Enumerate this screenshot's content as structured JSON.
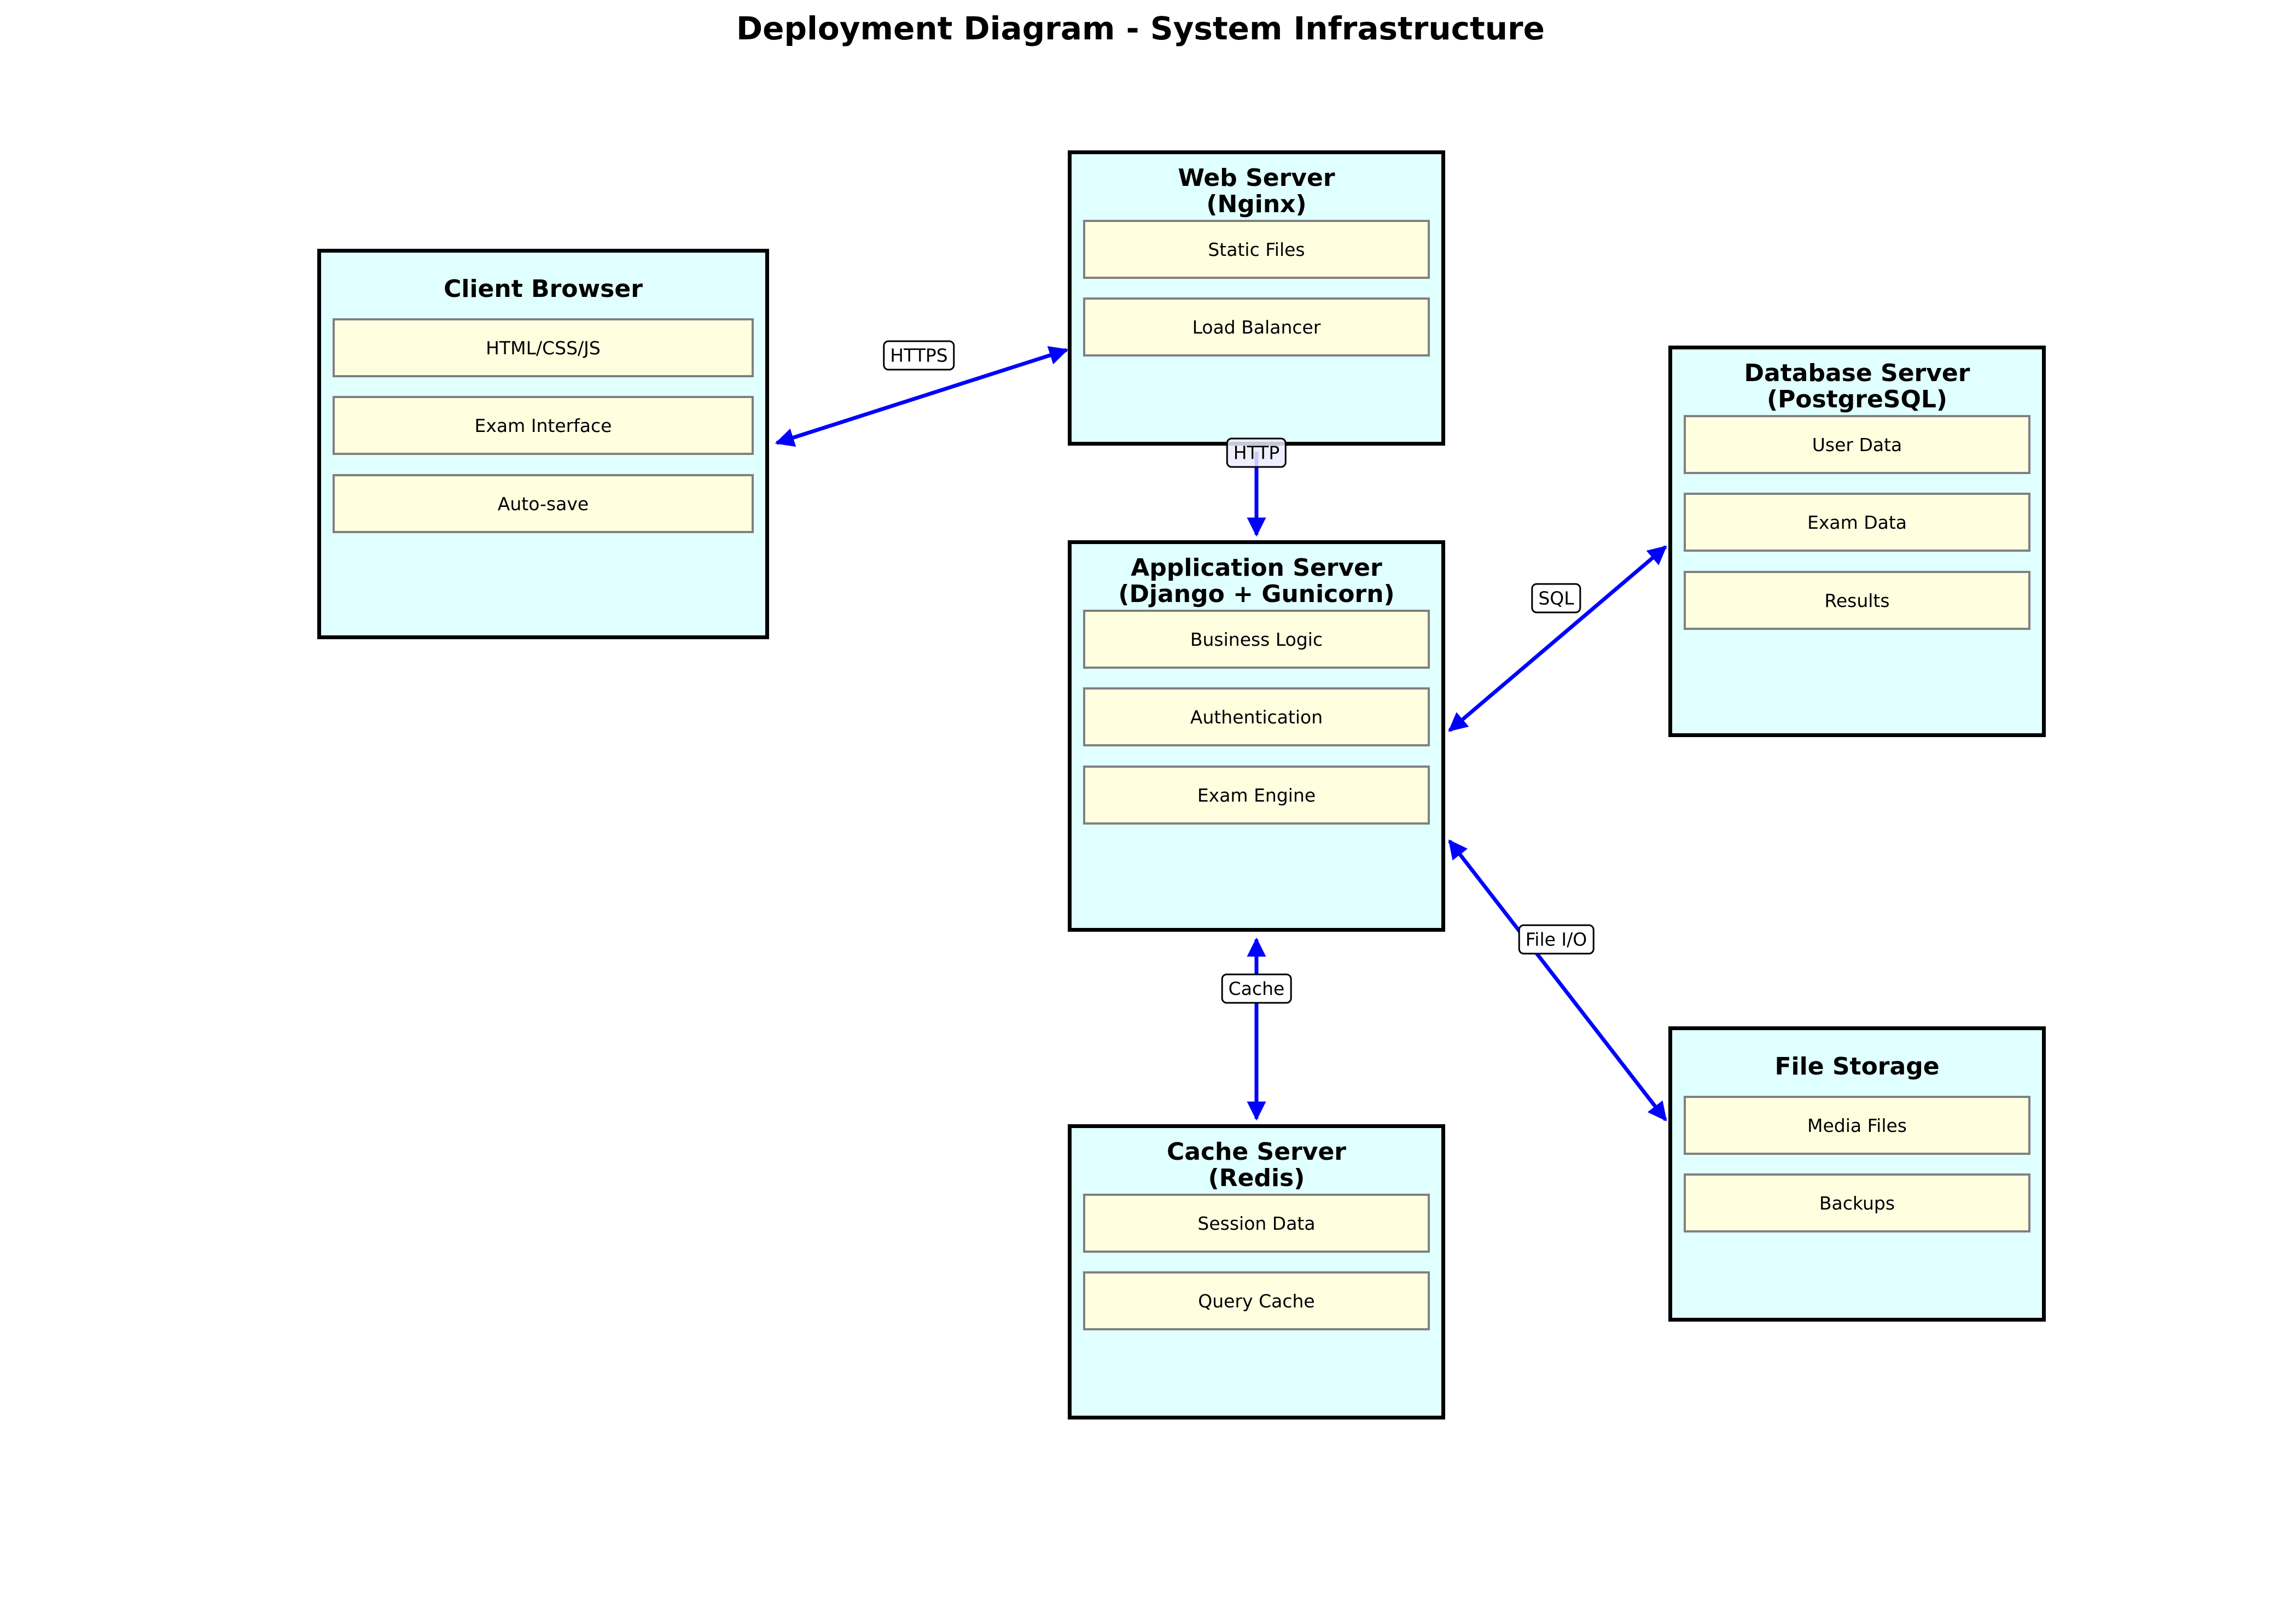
{
  "title": "Deployment Diagram - System Infrastructure",
  "colors": {
    "node_fill": "#e0ffff",
    "component_fill": "#ffffe0",
    "component_border": "#808080",
    "arrow": "#0000ff"
  },
  "nodes": [
    {
      "id": "client",
      "title": [
        "Client Browser"
      ],
      "components": [
        "HTML/CSS/JS",
        "Exam Interface",
        "Auto-save"
      ]
    },
    {
      "id": "web",
      "title": [
        "Web Server",
        "(Nginx)"
      ],
      "components": [
        "Static Files",
        "Load Balancer"
      ]
    },
    {
      "id": "app",
      "title": [
        "Application Server",
        "(Django + Gunicorn)"
      ],
      "components": [
        "Business Logic",
        "Authentication",
        "Exam Engine"
      ]
    },
    {
      "id": "db",
      "title": [
        "Database Server",
        "(PostgreSQL)"
      ],
      "components": [
        "User Data",
        "Exam Data",
        "Results"
      ]
    },
    {
      "id": "files",
      "title": [
        "File Storage"
      ],
      "components": [
        "Media Files",
        "Backups"
      ]
    },
    {
      "id": "cache",
      "title": [
        "Cache Server",
        "(Redis)"
      ],
      "components": [
        "Session Data",
        "Query Cache"
      ]
    }
  ],
  "connections": [
    {
      "from": "client",
      "to": "web",
      "label": "HTTPS",
      "direction": "both"
    },
    {
      "from": "web",
      "to": "app",
      "label": "HTTP",
      "direction": "forward"
    },
    {
      "from": "app",
      "to": "db",
      "label": "SQL",
      "direction": "both"
    },
    {
      "from": "app",
      "to": "files",
      "label": "File I/O",
      "direction": "both"
    },
    {
      "from": "app",
      "to": "cache",
      "label": "Cache",
      "direction": "both"
    }
  ]
}
